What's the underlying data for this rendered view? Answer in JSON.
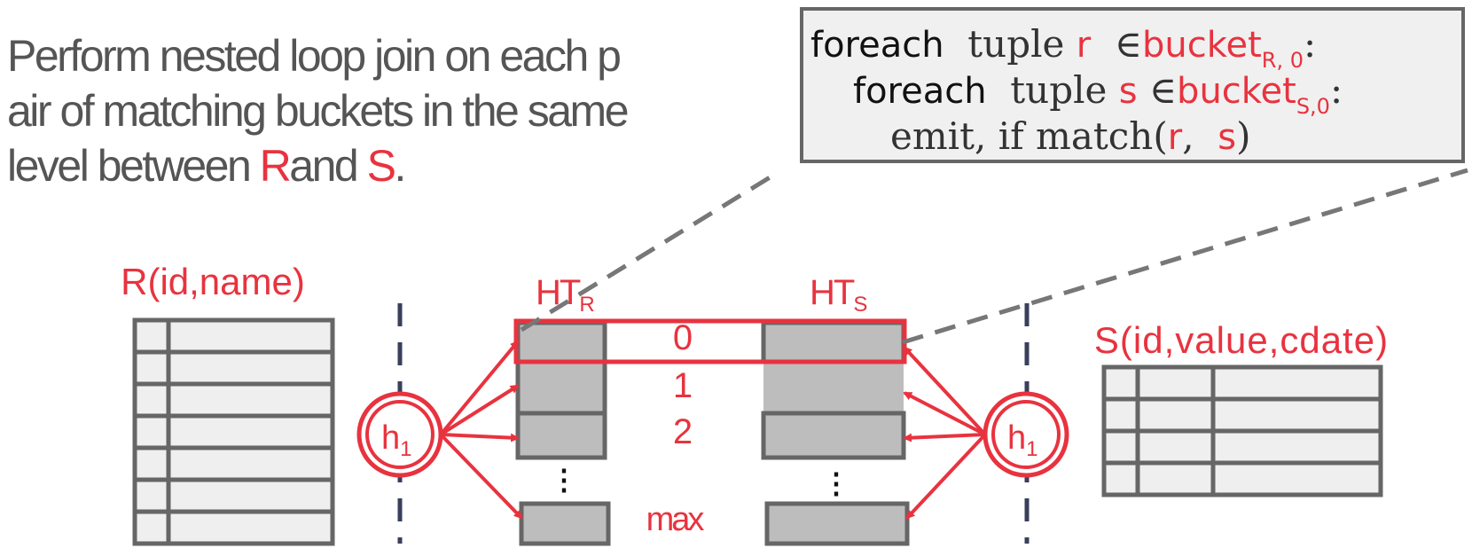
{
  "description": {
    "line1": "Perform nested loop join on each  p",
    "line2": "air of matching buckets in the  same",
    "line3_prefix": "level between ",
    "r": "R",
    "and": "and",
    "s": "S",
    "period": "."
  },
  "code": {
    "l1_kw": "foreach",
    "l1_text": "  tuple ",
    "l1_var": "r",
    "l1_in": "  ∈",
    "l1_bucket": "bucket",
    "l1_sub": "R, 0",
    "l1_colon": ":",
    "l2_kw": "foreach",
    "l2_text": "  tuple ",
    "l2_var": "s",
    "l2_in": " ∈",
    "l2_bucket": "bucket",
    "l2_sub": "S,0",
    "l2_colon": ":",
    "l3_text1": "emit, if match(",
    "l3_r": "r",
    "l3_comma": ",  ",
    "l3_s": "s",
    "l3_close": ")"
  },
  "tables": {
    "r_label": "R(id,name)",
    "s_label": "S(id,value,cdate)"
  },
  "hash": {
    "left_main": "h",
    "left_sub": "1",
    "right_main": "h",
    "right_sub": "1"
  },
  "hash_tables": {
    "htr_main": "HT",
    "htr_sub": "R",
    "hts_main": "HT",
    "hts_sub": "S",
    "bucket_labels": [
      "0",
      "1",
      "2",
      "max"
    ],
    "ellipsis": "⋮"
  },
  "colors": {
    "accent_red": "#e8333f",
    "text_gray": "#555555",
    "box_gray": "#bdbdbd",
    "table_fill": "#efefef",
    "border_gray": "#666666",
    "dash_navy": "#3a3f5c"
  }
}
